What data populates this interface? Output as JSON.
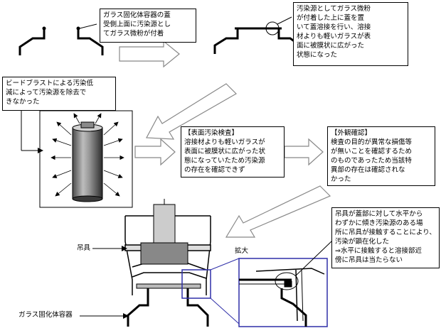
{
  "notes": {
    "top_left": "ガラス固化体容器の蓋\n受側上面に汚染源とし\nてガラス微粉が付着",
    "top_right": "汚染源としてガラス微粉\nが付着した上に蓋を置\nいて蓋溶接を行い、溶接\n材よりも軽いガラスが表\n面に被膜状に広がった\n状態になった",
    "blast": "ビードブラストによる汚染低\n減によって汚染源を除去で\nきなかった",
    "surface_check": "【表面汚染検査】\n溶接材よりも軽いガラスが\n表面に被膜状に広がった状\n態になっていたため汚染源\nの存在を確認できず",
    "visual_check": "【外観確認】\n検査の目的が異常な損傷等\nが無いことを確認するため\nのものであったため当該特\n異部の存在は確認されな\nかった",
    "crane": "吊具が蓋部に対して水平から\nわずかに傾き汚染源のある場\n所に吊具が接触することにより、\n汚染が顕在化した\n⇒水平に接触すると溶接部近\n傍に吊具は当たらない"
  },
  "labels": {
    "hanger": "吊具",
    "expand": "拡大",
    "container": "ガラス固化体容器"
  }
}
